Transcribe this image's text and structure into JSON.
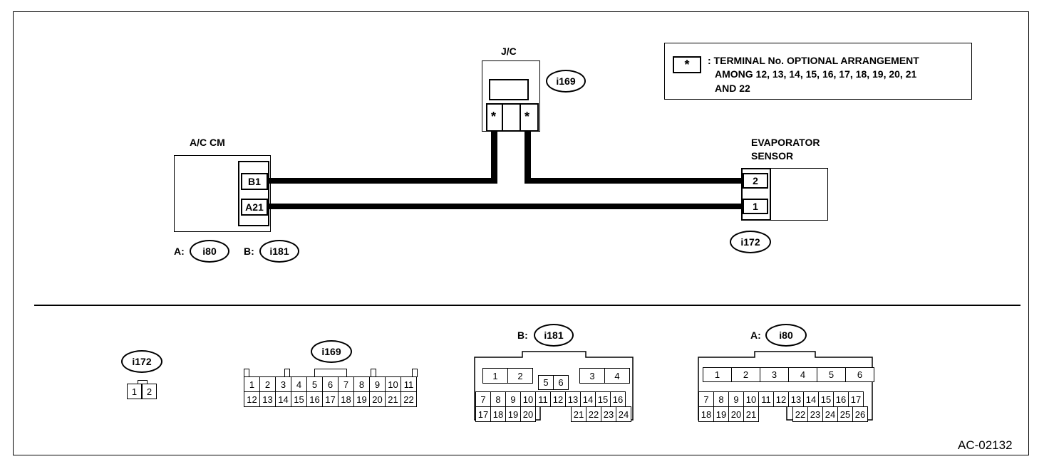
{
  "legend": {
    "symbol": "*",
    "text_line1": ": TERMINAL No. OPTIONAL ARRANGEMENT",
    "text_line2": "AMONG 12, 13, 14, 15, 16, 17, 18, 19, 20, 21",
    "text_line3": "AND 22"
  },
  "ac_cm": {
    "title": "A/C CM",
    "terminal_b1": "B1",
    "terminal_a21": "A21",
    "connector_a_prefix": "A:",
    "connector_a": "i80",
    "connector_b_prefix": "B:",
    "connector_b": "i181"
  },
  "jc": {
    "title": "J/C",
    "connector": "i169",
    "terminal_left": "*",
    "terminal_right": "*"
  },
  "evaporator": {
    "title_line1": "EVAPORATOR",
    "title_line2": "SENSOR",
    "terminal_2": "2",
    "terminal_1": "1",
    "connector": "i172"
  },
  "connectors_view": {
    "i172": {
      "label": "i172",
      "pins": [
        "1",
        "2"
      ]
    },
    "i169": {
      "label": "i169",
      "row1": [
        "1",
        "2",
        "3",
        "4",
        "5",
        "6",
        "7",
        "8",
        "9",
        "10",
        "11"
      ],
      "row2": [
        "12",
        "13",
        "14",
        "15",
        "16",
        "17",
        "18",
        "19",
        "20",
        "21",
        "22"
      ]
    },
    "i181": {
      "prefix": "B:",
      "label": "i181",
      "top_left": [
        "1",
        "2"
      ],
      "top_right": [
        "3",
        "4"
      ],
      "mid": [
        "5",
        "6"
      ],
      "row2": [
        "7",
        "8",
        "9",
        "10",
        "11",
        "12",
        "13",
        "14",
        "15",
        "16"
      ],
      "row3_left": [
        "17",
        "18",
        "19",
        "20"
      ],
      "row3_right": [
        "21",
        "22",
        "23",
        "24"
      ]
    },
    "i80": {
      "prefix": "A:",
      "label": "i80",
      "row1": [
        "1",
        "2",
        "3",
        "4",
        "5",
        "6"
      ],
      "row2": [
        "7",
        "8",
        "9",
        "10",
        "11",
        "12",
        "13",
        "14",
        "15",
        "16",
        "17"
      ],
      "row3_left": [
        "18",
        "19",
        "20",
        "21"
      ],
      "row3_right": [
        "22",
        "23",
        "24",
        "25",
        "26"
      ]
    }
  },
  "figure_id": "AC-02132"
}
